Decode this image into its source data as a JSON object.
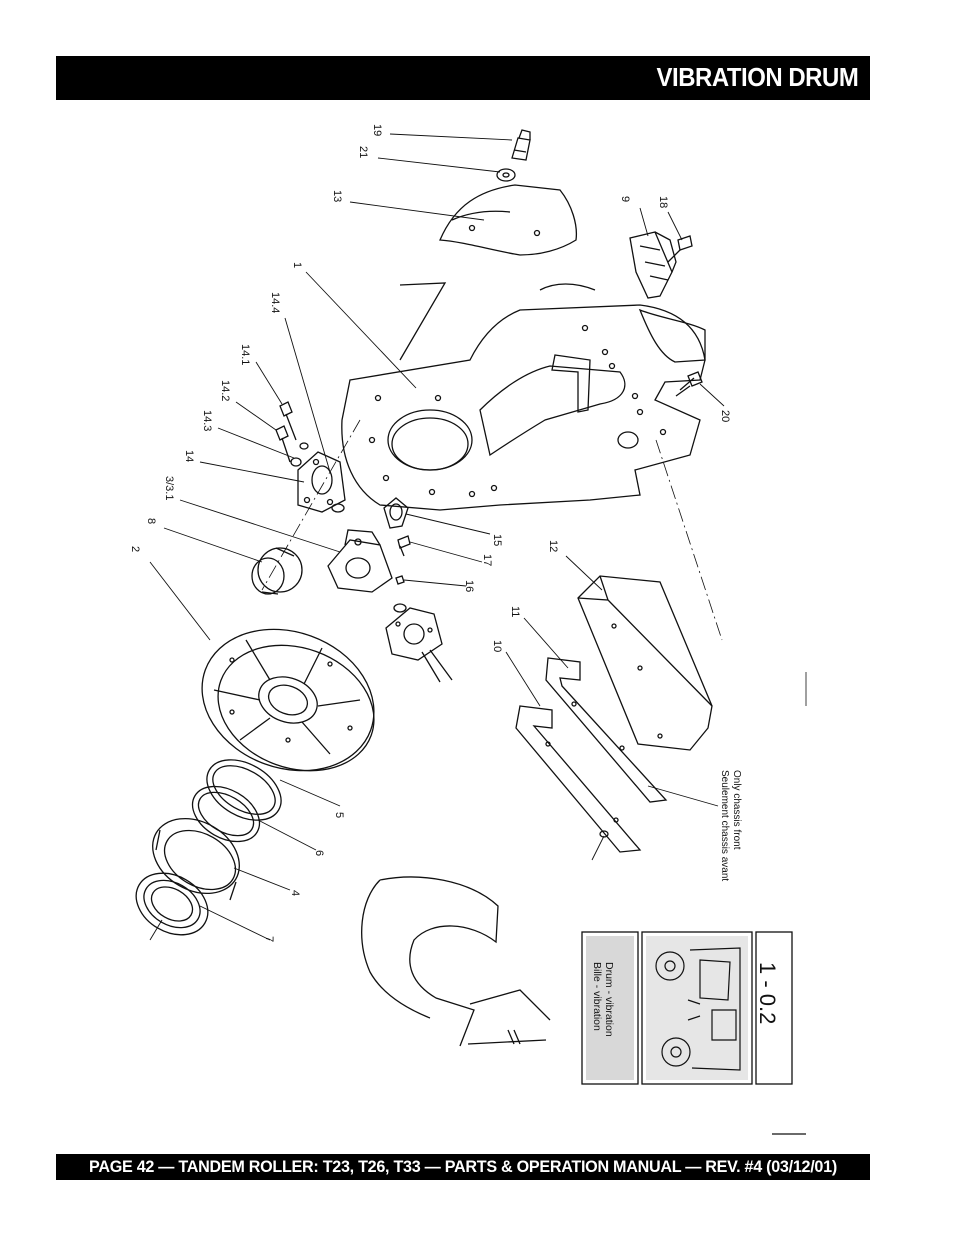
{
  "header": {
    "title": "VIBRATION DRUM"
  },
  "footer": {
    "text": "PAGE 42 — TANDEM ROLLER: T23, T26, T33 — PARTS & OPERATION MANUAL — REV. #4 (03/12/01)"
  },
  "callouts": {
    "c19": "19",
    "c21": "21",
    "c13": "13",
    "c1": "1",
    "c14_4": "14.4",
    "c14_1": "14.1",
    "c14_2": "14.2",
    "c14_3": "14.3",
    "c14": "14",
    "c3_3_1": "3/3.1",
    "c8": "8",
    "c2": "2",
    "c9": "9",
    "c18": "18",
    "c20": "20",
    "c15": "15",
    "c17": "17",
    "c16": "16",
    "c12": "12",
    "c11": "11",
    "c10": "10",
    "c5": "5",
    "c6": "6",
    "c4": "4",
    "c7": "7"
  },
  "note": {
    "line1": "Only chassis front",
    "line2": "Seulement chassis avant"
  },
  "legend": {
    "code": "1 - 0.2",
    "line1": "Drum - vibration",
    "line2": "Bille - vibration"
  }
}
